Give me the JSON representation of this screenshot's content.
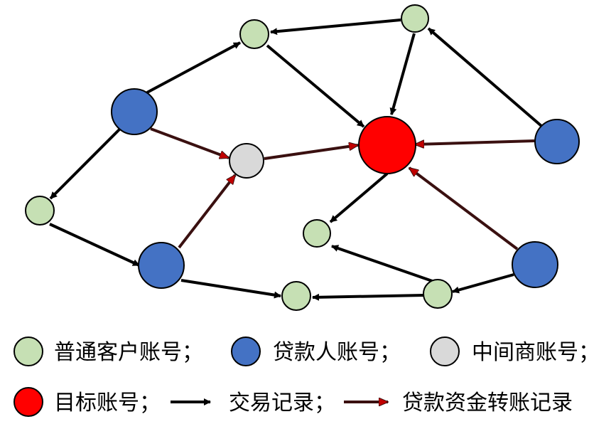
{
  "colors": {
    "normal": "#c6e0b4",
    "borrower": "#4472c4",
    "intermediary": "#d9d9d9",
    "target": "#ff0000",
    "transaction_edge": "#000000",
    "loan_edge": "#3a1010",
    "loan_arrowhead": "#c00000",
    "node_stroke": "#000000"
  },
  "legend": {
    "normal_label": "普通客户账号；",
    "borrower_label": "贷款人账号；",
    "intermediary_label": "中间商账号；",
    "target_label": "目标账号；",
    "transaction_label": "交易记录；",
    "loan_transfer_label": "贷款资金转账记录"
  }
}
